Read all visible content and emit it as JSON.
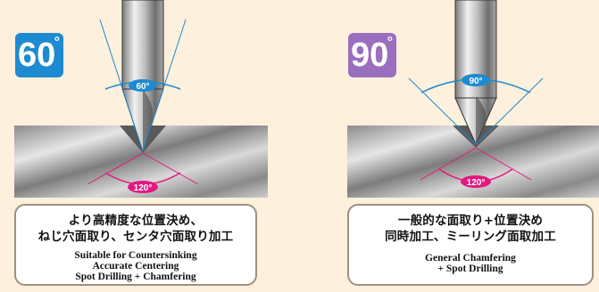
{
  "panels": [
    {
      "badge": "60",
      "badge_degree": "°",
      "badge_color": "#1e8ad0",
      "tip_angle": "60°",
      "hole_angle": "120°",
      "jp_lines": [
        "より高精度な位置決め、",
        "ねじ穴面取り、センタ穴面取り加工"
      ],
      "en_lines": [
        "Suitable for Countersinking",
        "Accurate Centering",
        "Spot Drilling + Chamfering"
      ]
    },
    {
      "badge": "90",
      "badge_degree": "°",
      "badge_color": "#9b6fbf",
      "tip_angle": "90°",
      "hole_angle": "120°",
      "jp_lines": [
        "一般的な面取り+位置決め",
        "同時加工、ミーリング面取加工"
      ],
      "en_lines": [
        "General Chamfering",
        "+ Spot Drilling"
      ]
    }
  ],
  "colors": {
    "background": "#fdf0dc",
    "tip_angle_line": "#1e8ad0",
    "hole_angle_line": "#e2197f",
    "box_border": "#a08f80"
  }
}
